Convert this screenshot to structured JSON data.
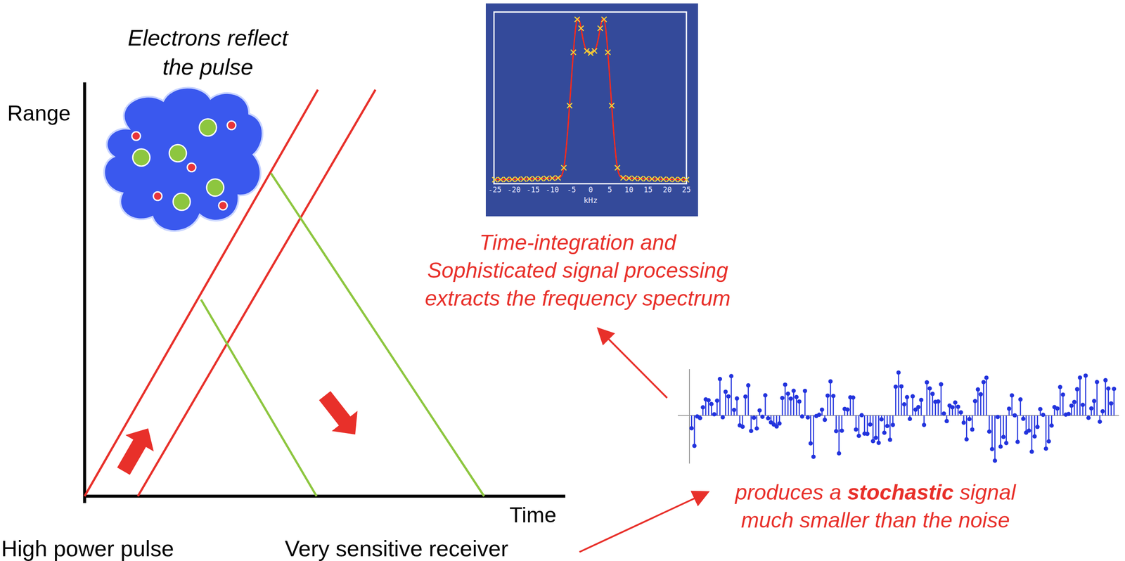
{
  "diagram": {
    "labels": [
      "Electrons reflect the pulse",
      "Range",
      "Time",
      "High power pulse",
      "Very sensitive receiver",
      "Time-integration and Sophisticated signal processing extracts the frequency spectrum",
      "produces a stochastic signal much smaller than the noise",
      "-25",
      "-20",
      "-15",
      "-10",
      "-5",
      "0",
      "5",
      "10",
      "15",
      "20",
      "25",
      "kHz"
    ]
  }
}
